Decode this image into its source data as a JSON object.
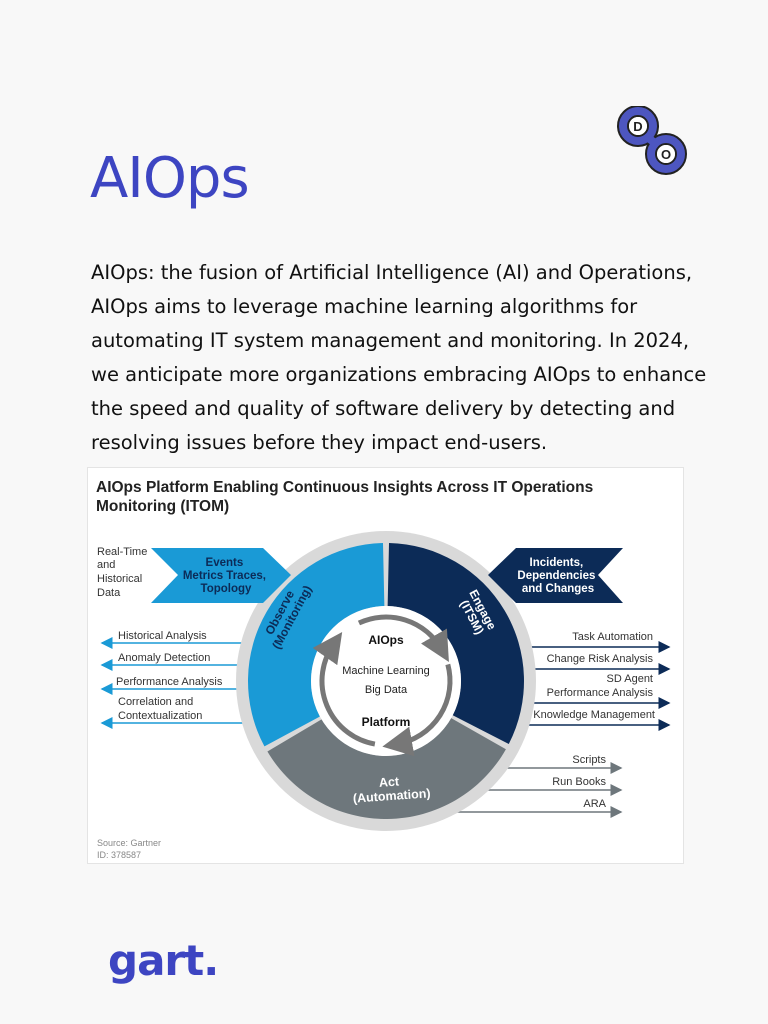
{
  "header": {
    "title": "AIOps",
    "logo_letters": [
      "D",
      "O"
    ]
  },
  "intro": "AIOps: the fusion of Artificial Intelligence (AI) and Operations, AIOps aims to leverage machine learning algorithms for automating IT system management and monitoring. In 2024, we anticipate more organizations embracing AIOps to enhance the speed and quality of software delivery by detecting and resolving issues before they impact end-users.",
  "diagram": {
    "title": "AIOps Platform Enabling Continuous Insights Across IT Operations Monitoring (ITOM)",
    "input_label": [
      "Real-Time",
      "and",
      "Historical",
      "Data"
    ],
    "events_chevron": [
      "Events",
      "Metrics Traces,",
      "Topology"
    ],
    "incidents_chevron": [
      "Incidents,",
      "Dependencies",
      "and Changes"
    ],
    "observe": [
      "Observe",
      "(Monitoring)"
    ],
    "engage": [
      "Engage",
      "(ITSM)"
    ],
    "act": [
      "Act",
      "(Automation)"
    ],
    "center": {
      "top": "AIOps",
      "middle": [
        "Machine Learning",
        "Big Data"
      ],
      "bottom": "Platform"
    },
    "observe_outputs": [
      "Historical Analysis",
      "Anomaly Detection",
      "Performance Analysis",
      [
        "Correlation and",
        "Contextualization"
      ]
    ],
    "engage_outputs": [
      "Task Automation",
      "Change Risk Analysis",
      [
        "SD Agent",
        "Performance Analysis"
      ],
      "Knowledge Management"
    ],
    "act_outputs": [
      "Scripts",
      "Run Books",
      "ARA"
    ],
    "source": "Source: Gartner",
    "id": "ID: 378587",
    "colors": {
      "observe": "#1a9ad6",
      "engage": "#0c2b57",
      "act": "#6e777c",
      "ring": "#d9d9d9"
    }
  },
  "footer": {
    "brand": "gart."
  }
}
